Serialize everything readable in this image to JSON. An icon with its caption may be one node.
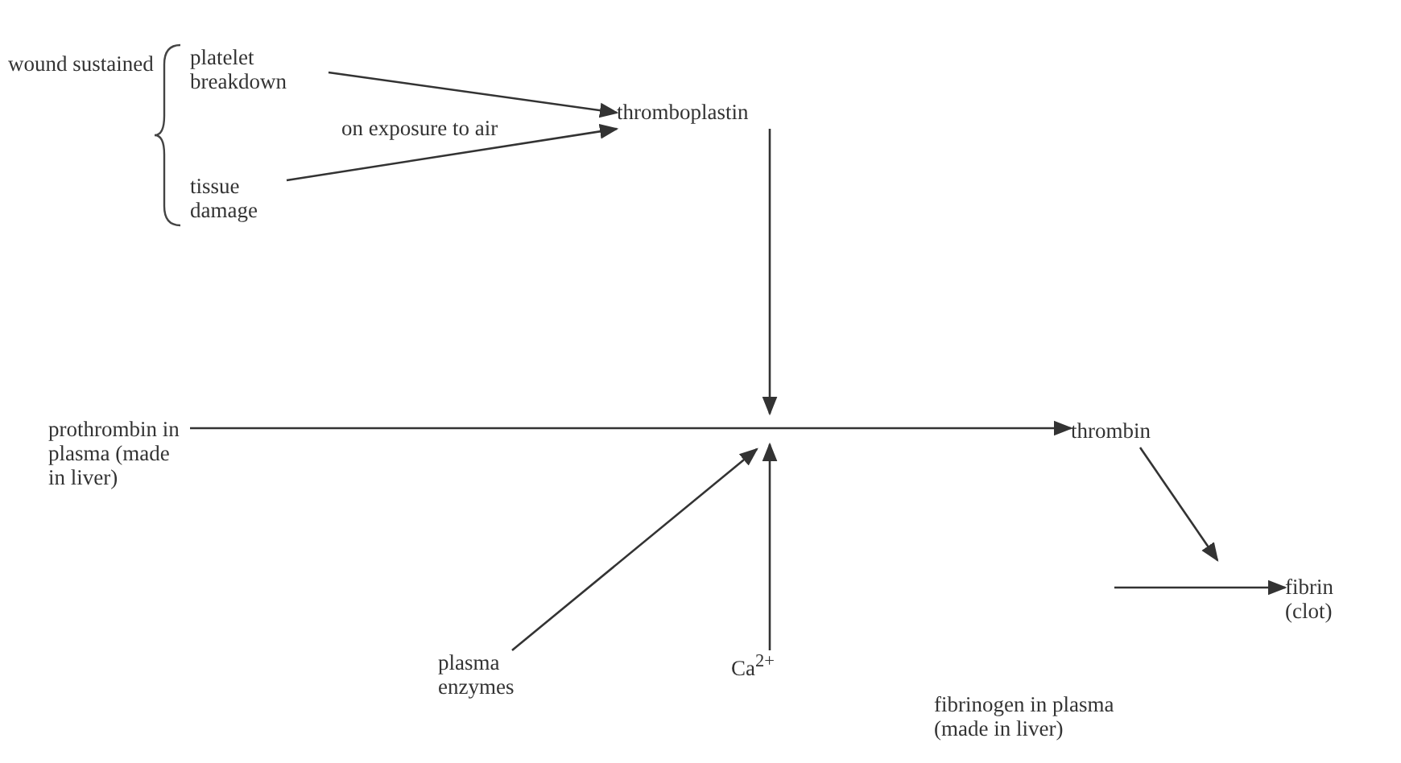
{
  "diagram": {
    "nodes": [
      {
        "text": [
          "wound sustained"
        ]
      },
      {
        "text": [
          "platelet breakdown"
        ]
      },
      {
        "text": [
          "tissue damage"
        ]
      },
      {
        "text": [
          "thromboplastin"
        ]
      },
      {
        "text": [
          "prothrombin in plasma (made in liver)"
        ]
      },
      {
        "text": [
          "thrombin"
        ]
      },
      {
        "text": [
          "plasma enzymes"
        ]
      },
      {
        "text": [
          "Ca$^{2+}$"
        ]
      },
      {
        "text": [
          "fibrinogen in plasma (made in liver)"
        ]
      },
      {
        "text": [
          "fibrin (clot)"
        ]
      }
    ],
    "edges": [
      {
        "from": 1,
        "to": 3,
        "arrow": "to"
      },
      {
        "from": 2,
        "to": 3,
        "arrow": "to"
      },
      {
        "from": 3,
        "to": null,
        "arrow": "to"
      },
      {
        "from": 4,
        "to": 5,
        "arrow": "to"
      },
      {
        "from": 6,
        "to": null,
        "arrow": "to"
      },
      {
        "from": 7,
        "to": null,
        "arrow": "to"
      },
      {
        "from": 5,
        "to": null,
        "arrow": "to"
      },
      {
        "from": 8,
        "to": 9,
        "arrow": "to"
      }
    ],
    "labels": [
      "on exposure to air"
    ]
  }
}
